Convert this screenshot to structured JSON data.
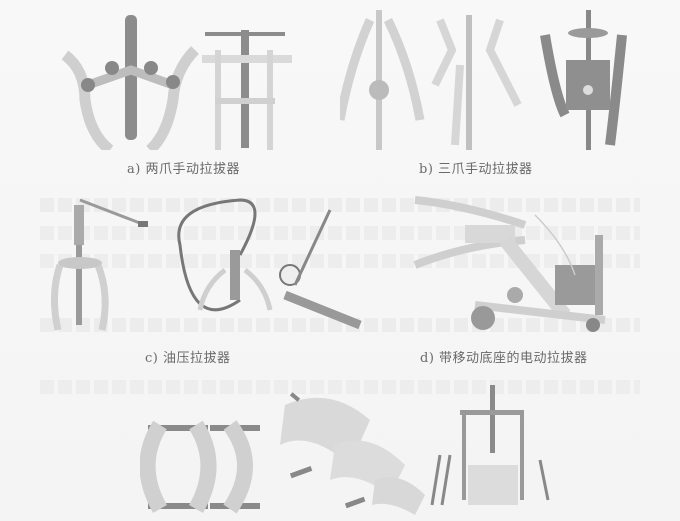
{
  "figure": {
    "panels": [
      {
        "id": "a",
        "caption": "a) 两爪手动拉拔器"
      },
      {
        "id": "b",
        "caption": "b) 三爪手动拉拔器"
      },
      {
        "id": "c",
        "caption": "c) 油压拉拔器"
      },
      {
        "id": "d",
        "caption": "d) 带移动底座的电动拉拔器"
      }
    ]
  },
  "colors": {
    "background": "#f6f6f6",
    "caption_text": "#6a6a6a",
    "tool_dark": "#8a8a8a",
    "tool_light": "#d8d8d8"
  }
}
